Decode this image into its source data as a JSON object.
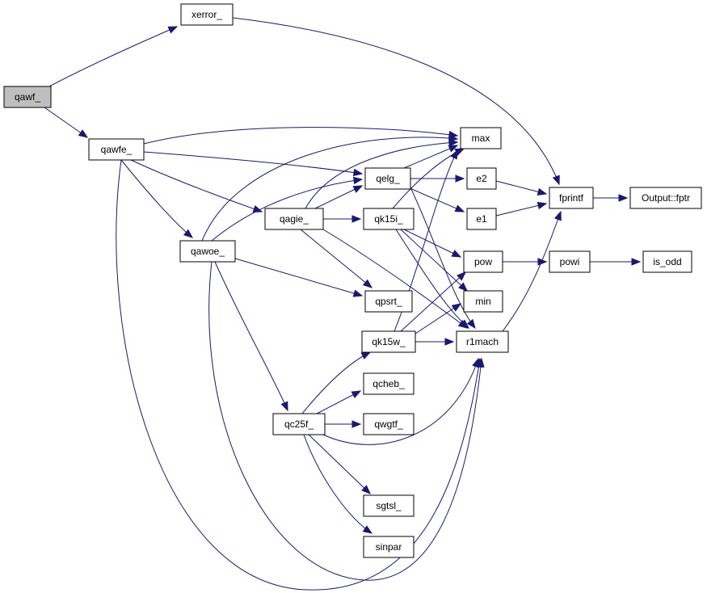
{
  "graph": {
    "nodes": {
      "qawf": "qawf_",
      "xerror": "xerror_",
      "qawfe": "qawfe_",
      "max": "max",
      "qelg": "qelg_",
      "e2": "e2",
      "fprintf": "fprintf",
      "output_fptr": "Output::fptr",
      "qagie": "qagie_",
      "qk15i": "qk15i_",
      "e1": "e1",
      "qawoe": "qawoe_",
      "pow": "pow",
      "powi": "powi",
      "is_odd": "is_odd",
      "qpsrt": "qpsrt_",
      "min": "min",
      "qk15w": "qk15w_",
      "r1mach": "r1mach",
      "qcheb": "qcheb_",
      "qc25f": "qc25f_",
      "qwgtf": "qwgtf_",
      "sgtsl": "sgtsl_",
      "sinpar": "sinpar"
    },
    "edges": [
      [
        "qawf",
        "xerror"
      ],
      [
        "qawf",
        "qawfe"
      ],
      [
        "xerror",
        "fprintf"
      ],
      [
        "qawfe",
        "max"
      ],
      [
        "qawfe",
        "qelg"
      ],
      [
        "qawfe",
        "qagie"
      ],
      [
        "qawfe",
        "qawoe"
      ],
      [
        "qawfe",
        "r1mach"
      ],
      [
        "qelg",
        "max"
      ],
      [
        "qelg",
        "e2"
      ],
      [
        "qelg",
        "e1"
      ],
      [
        "qelg",
        "r1mach"
      ],
      [
        "e2",
        "fprintf"
      ],
      [
        "e1",
        "fprintf"
      ],
      [
        "fprintf",
        "output_fptr"
      ],
      [
        "qagie",
        "max"
      ],
      [
        "qagie",
        "qelg"
      ],
      [
        "qagie",
        "qk15i"
      ],
      [
        "qagie",
        "qpsrt"
      ],
      [
        "qagie",
        "r1mach"
      ],
      [
        "qk15i",
        "max"
      ],
      [
        "qk15i",
        "pow"
      ],
      [
        "qk15i",
        "min"
      ],
      [
        "qk15i",
        "r1mach"
      ],
      [
        "qawoe",
        "max"
      ],
      [
        "qawoe",
        "qelg"
      ],
      [
        "qawoe",
        "qpsrt"
      ],
      [
        "qawoe",
        "qc25f"
      ],
      [
        "qawoe",
        "r1mach"
      ],
      [
        "pow",
        "powi"
      ],
      [
        "powi",
        "is_odd"
      ],
      [
        "qk15w",
        "max"
      ],
      [
        "qk15w",
        "pow"
      ],
      [
        "qk15w",
        "min"
      ],
      [
        "qk15w",
        "r1mach"
      ],
      [
        "r1mach",
        "fprintf"
      ],
      [
        "qc25f",
        "qk15w"
      ],
      [
        "qc25f",
        "qcheb"
      ],
      [
        "qc25f",
        "qwgtf"
      ],
      [
        "qc25f",
        "sgtsl"
      ],
      [
        "qc25f",
        "sinpar"
      ],
      [
        "qc25f",
        "r1mach"
      ]
    ]
  },
  "colors": {
    "edge": "#191970",
    "node_border": "#000000",
    "root_fill": "#bfbfbf",
    "node_fill": "#ffffff"
  }
}
